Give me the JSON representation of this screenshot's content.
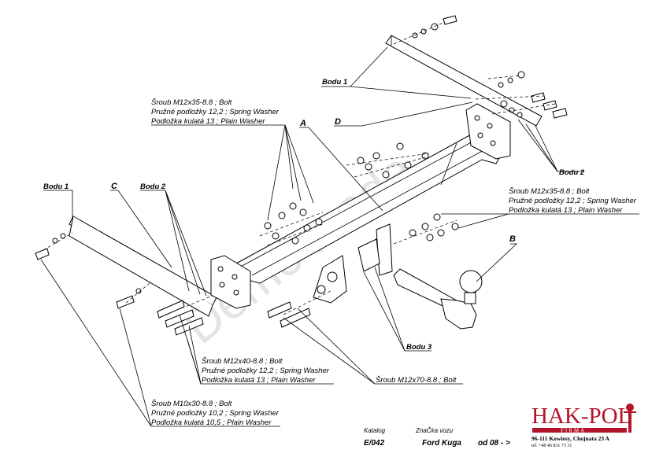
{
  "watermark": "Demo mode",
  "labels": {
    "A": "A",
    "C": "C",
    "D": "D",
    "B": "B",
    "bodu1_top": "Bodu 1",
    "bodu1_left": "Bodu 1",
    "bodu2_left": "Bodu 2",
    "bodu2_right": "Bodu 2",
    "bodu3": "Bodu 3"
  },
  "callouts": {
    "top_bolt": {
      "line1": "Šroub M12x35-8.8 ;  Bolt",
      "line2": "Pružné podložky  12,2 ; Spring Washer",
      "line3": "Podložka kulatá 13 ; Plain Washer"
    },
    "right_bolt": {
      "line1": "Šroub M12x35-8.8 ;  Bolt",
      "line2": "Pružné podložky 12,2 ; Spring Washer",
      "line3": "Podložka kulatá 13 ; Plain Washer"
    },
    "mid_bolt": {
      "line1": "Šroub M12x40-8.8 ;  Bolt",
      "line2": "Pružné podložky 12,2 ; Spring Washer",
      "line3": "Podložka kulatá 13 ; Plain Washer"
    },
    "long_bolt": {
      "line1": "Šroub M12x70-8.8 ;  Bolt"
    },
    "small_bolt": {
      "line1": "Šroub M10x30-8.8 ;  Bolt",
      "line2": "Pružné podložky 10,2 ; Spring Washer",
      "line3": "Podložka kulatá 10,5 ; Plain Washer"
    }
  },
  "footer": {
    "katalog_label": "Katalog",
    "katalog_value": "E/042",
    "znacka_label": "ZnaČka vozu",
    "znacka_value": "Ford Kuga",
    "od_value": "od  08 - >"
  },
  "brand": {
    "name": "HAK-POL",
    "sub": "FIRMA",
    "address": "96-111 Kowiesy, Chojnata 23 A",
    "tel": "tel. +48 46 831 73 31",
    "color": "#b3142a"
  }
}
